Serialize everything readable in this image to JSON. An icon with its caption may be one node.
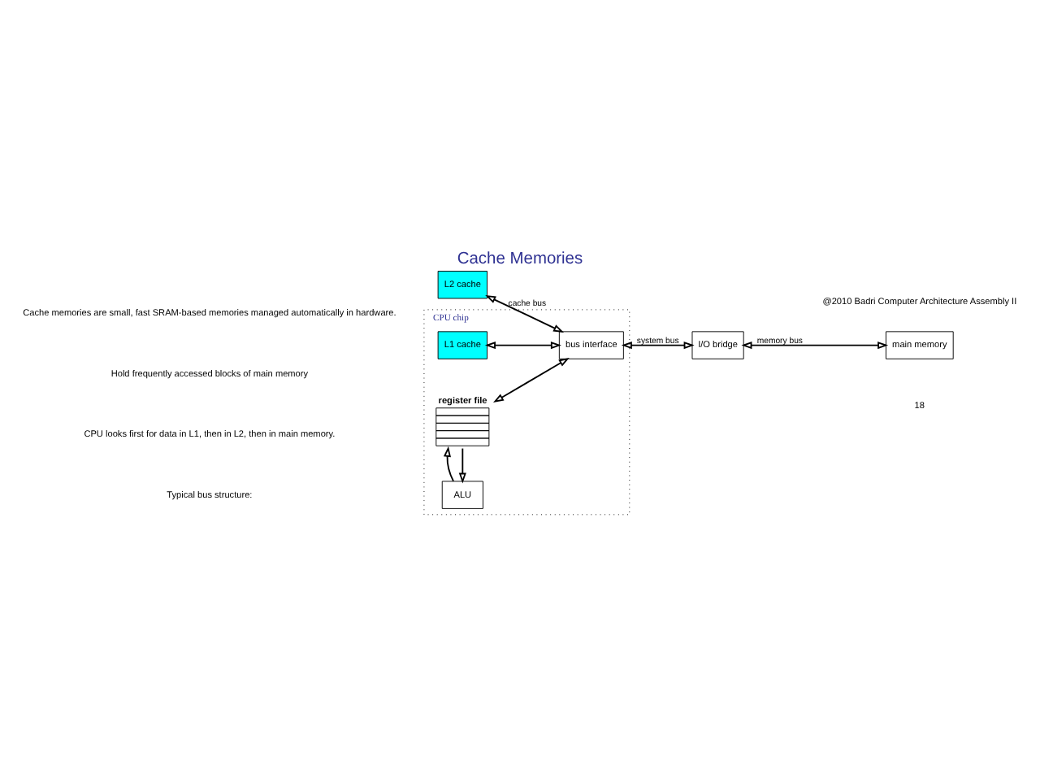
{
  "diagram": {
    "title": "Cache Memories",
    "nodes": [
      {
        "text": [
          "CPU chip"
        ]
      },
      {
        "text": [
          "register file"
        ],
        "in": 0
      },
      {
        "text": [
          "L1 cache"
        ],
        "in": 0
      },
      {
        "text": [
          "ALU"
        ],
        "in": 0
      },
      {
        "text": [
          "bus interface"
        ],
        "in": 0
      },
      {
        "text": [
          "L2 cache"
        ]
      },
      {
        "text": [
          "I/O bridge"
        ]
      },
      {
        "text": [
          "main memory"
        ]
      }
    ],
    "edges": [
      {
        "from": 1,
        "to": 3,
        "arrow": "to"
      },
      {
        "from": 3,
        "to": 1,
        "arrow": "to"
      },
      {
        "from": 2,
        "to": 4,
        "arrow": "both"
      },
      {
        "from": 1,
        "to": 4,
        "arrow": "both"
      },
      {
        "from": 5,
        "to": 4,
        "arrow": "both",
        "label": "cache bus"
      },
      {
        "from": 4,
        "to": 6,
        "arrow": "both",
        "label": "system bus"
      },
      {
        "from": 6,
        "to": 7,
        "arrow": "both",
        "label": "memory bus"
      }
    ],
    "labels": [
      "Cache memories are small, fast SRAM-based memories managed automatically in hardware.",
      "Hold frequently accessed blocks of main memory",
      "CPU looks first for data in L1, then in L2, then in main memory.",
      "Typical bus structure:",
      "@2010 Badri Computer Architecture Assembly II",
      "18"
    ]
  }
}
